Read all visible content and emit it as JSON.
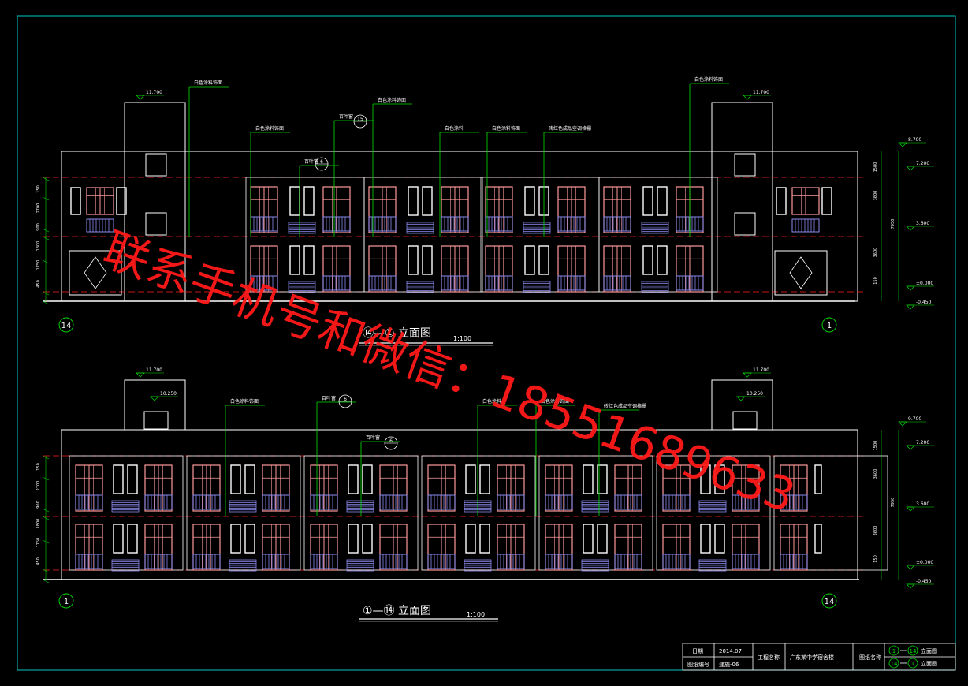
{
  "drawing": {
    "top": {
      "title": "⑭—① 立面图",
      "scale": "1:100",
      "axis_left": "14",
      "axis_right": "1",
      "elev_roof": "11.700",
      "elev_parapet": "8.700",
      "elev_top": "7.200",
      "elev_floor2": "3.600",
      "elev_ground": "±0.000",
      "elev_base": "-0.450",
      "notes": [
        "白色涂料饰面",
        "白色涂料饰面",
        "白色涂料饰面",
        "白色涂料",
        "白色涂料饰面",
        "砖红色成品空调格栅",
        "白色涂料饰面",
        "百叶窗",
        "百叶窗"
      ],
      "callout_a": "15",
      "callout_b": "6"
    },
    "bottom": {
      "title": "①—⑭ 立面图",
      "scale": "1:100",
      "axis_left": "1",
      "axis_right": "14",
      "elev_roof": "11.700",
      "elev_stair": "10.250",
      "elev_parapet": "9.700",
      "elev_top": "7.200",
      "elev_floor2": "3.600",
      "elev_ground": "±0.000",
      "elev_base": "-0.450",
      "notes": [
        "白色涂料饰面",
        "白色涂料",
        "白色涂料饰面",
        "砖红色成品空调格栅",
        "百叶窗",
        "百叶窗"
      ],
      "callout_a": "6",
      "callout_b": "6"
    },
    "dims_left": [
      "450",
      "1750",
      "1800",
      "900",
      "2700",
      "150"
    ],
    "dims_right": [
      "1500",
      "3600",
      "7950",
      "3600",
      "150"
    ]
  },
  "title_block": {
    "date_label": "日期",
    "date_value": "2014.07",
    "drawing_no_label": "图纸编号",
    "drawing_no_value": "建施-06",
    "project_label": "工程名称",
    "project_value": "广东某中学宿舍楼",
    "sheet_label": "图纸名称",
    "sheet_line1_from": "1",
    "sheet_line1_to": "14",
    "sheet_line1_text": "立面图",
    "sheet_line2_from": "14",
    "sheet_line2_to": "1",
    "sheet_line2_text": "立面图"
  },
  "watermark": {
    "text": "联系手机号和微信：18551689633"
  },
  "colors": {
    "frame": "#00c8c8",
    "building": "#ffffff",
    "window_frame": "#ff9a9a",
    "balustrade": "#8a8af0",
    "leader": "#00e000",
    "floor_line": "#ff2020",
    "watermark": "#ff1a1a"
  }
}
